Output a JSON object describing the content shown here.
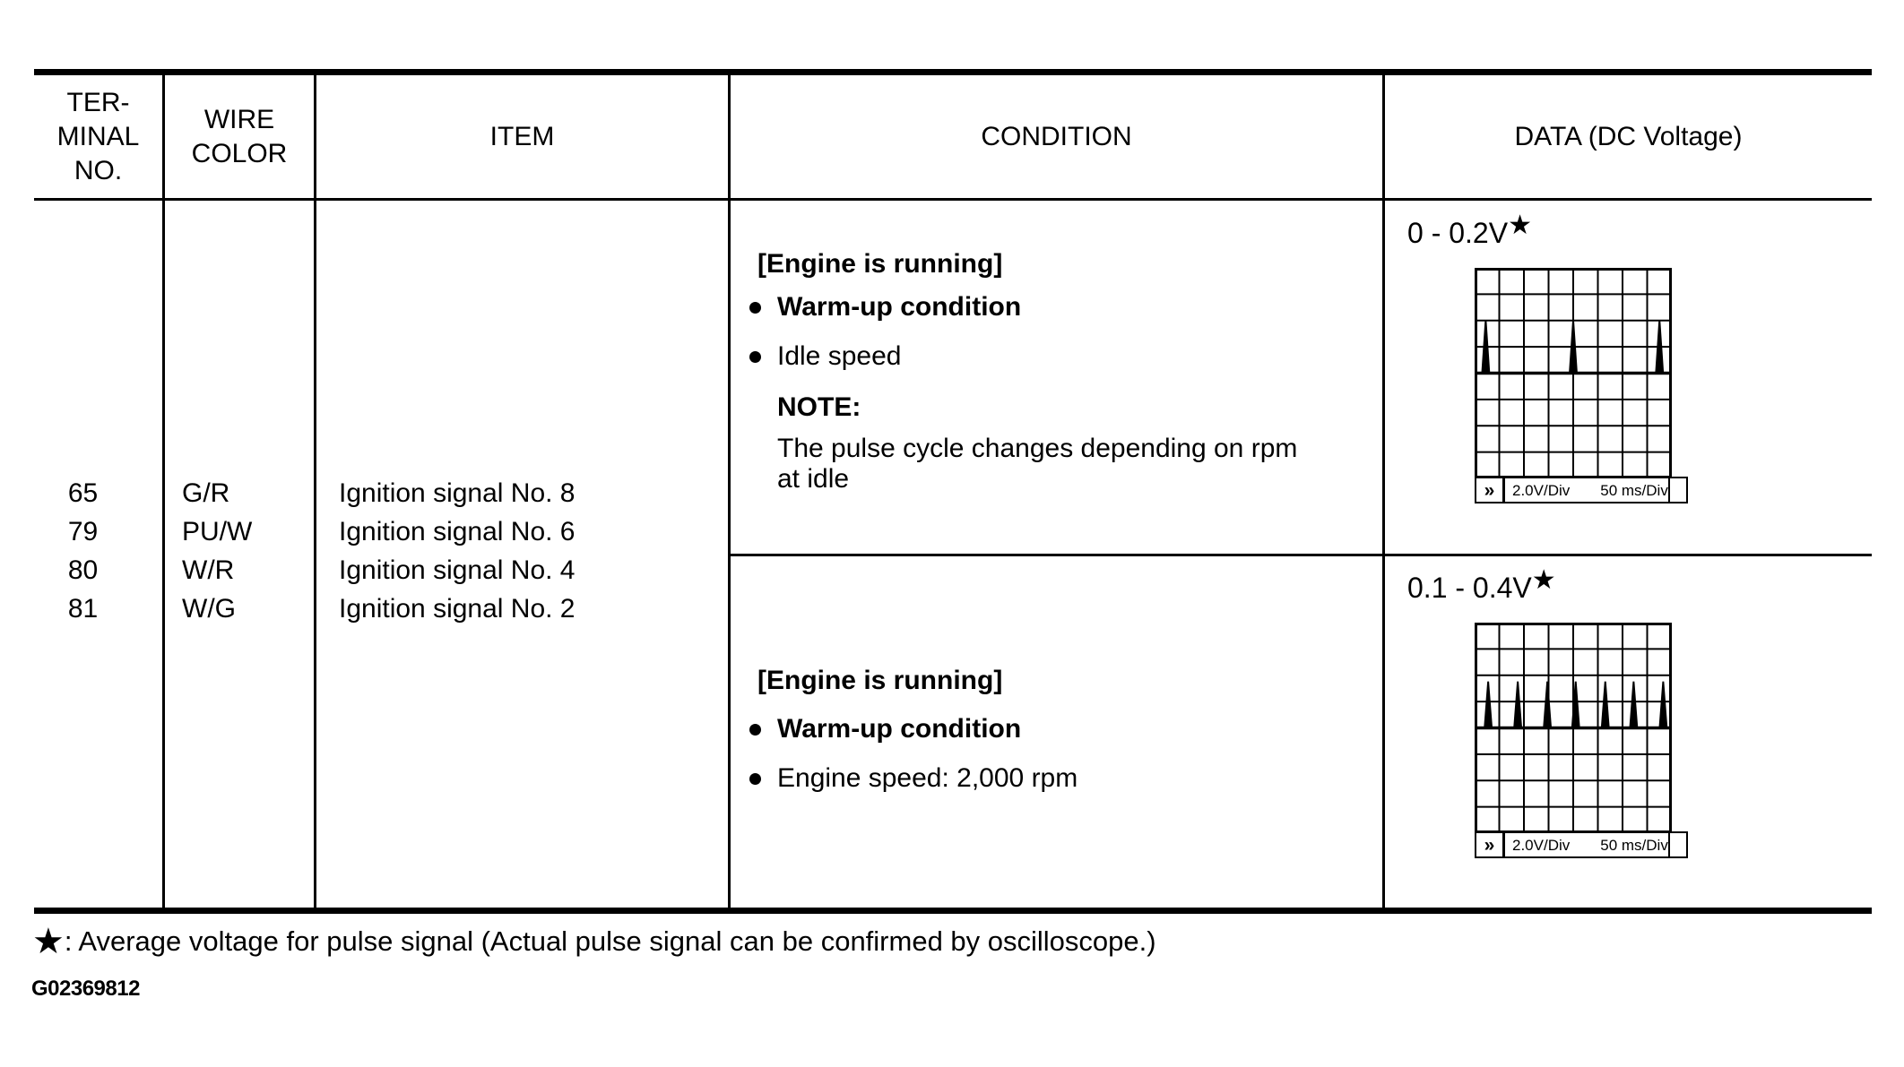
{
  "table": {
    "headers": {
      "terminal_lines": [
        "TER-",
        "MINAL",
        "NO."
      ],
      "wire_lines": [
        "WIRE",
        "COLOR"
      ],
      "item": "ITEM",
      "condition": "CONDITION",
      "data": "DATA (DC Voltage)"
    },
    "terminals": [
      "65",
      "79",
      "80",
      "81"
    ],
    "wire_colors": [
      "G/R",
      "PU/W",
      "W/R",
      "W/G"
    ],
    "items": [
      "Ignition signal No. 8",
      "Ignition signal No. 6",
      "Ignition signal No. 4",
      "Ignition signal No. 2"
    ],
    "rows": [
      {
        "condition": {
          "state": "[Engine is running]",
          "bullets": [
            "Warm-up condition",
            "Idle speed"
          ],
          "note_label": "NOTE:",
          "note_lines": [
            "The pulse cycle changes depending on rpm",
            "at idle"
          ]
        },
        "data": {
          "value": "0 - 0.2V",
          "star": "★"
        }
      },
      {
        "condition": {
          "state": "[Engine is running]",
          "bullets": [
            "Warm-up condition",
            "Engine speed: 2,000 rpm"
          ]
        },
        "data": {
          "value": "0.1 - 0.4V",
          "star": "★"
        }
      }
    ]
  },
  "footnote": {
    "star": "★",
    "text": ": Average voltage for pulse signal (Actual pulse signal can be confirmed by oscilloscope.)"
  },
  "figure_id": "G02369812",
  "chart_data": [
    {
      "type": "line",
      "title": "0 - 0.2V★ ignition signal pulse at idle",
      "grid_cols": 8,
      "grid_rows": 8,
      "baseline_row": 4,
      "pulse_x_div": [
        0.45,
        4.0,
        7.5
      ],
      "pulse_height_div": 2.0,
      "marker": "»",
      "v_div_label": "2.0V/Div",
      "t_div_label": "50 ms/Div"
    },
    {
      "type": "line",
      "title": "0.1 - 0.4V★ ignition signal pulse at 2,000 rpm",
      "grid_cols": 8,
      "grid_rows": 8,
      "baseline_row": 4,
      "pulse_x_div": [
        0.55,
        1.75,
        2.95,
        4.1,
        5.3,
        6.45,
        7.65
      ],
      "pulse_height_div": 1.75,
      "marker": "»",
      "v_div_label": "2.0V/Div",
      "t_div_label": "50 ms/Div"
    }
  ]
}
